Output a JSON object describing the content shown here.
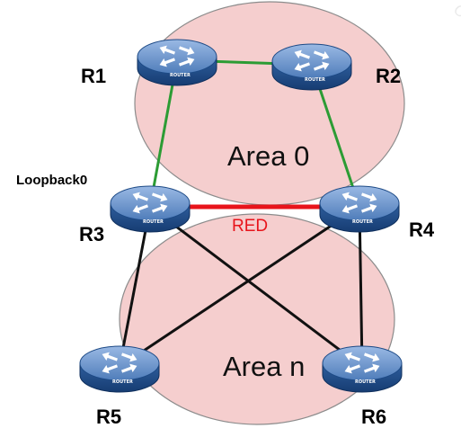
{
  "areas": {
    "area0": {
      "label": "Area 0"
    },
    "arean": {
      "label": "Area n"
    }
  },
  "routers": [
    {
      "id": "r1",
      "label": "R1",
      "caption": "ROUTER"
    },
    {
      "id": "r2",
      "label": "R2",
      "caption": "ROUTER"
    },
    {
      "id": "r3",
      "label": "R3",
      "caption": "ROUTER"
    },
    {
      "id": "r4",
      "label": "R4",
      "caption": "ROUTER"
    },
    {
      "id": "r5",
      "label": "R5",
      "caption": "ROUTER"
    },
    {
      "id": "r6",
      "label": "R6",
      "caption": "ROUTER"
    }
  ],
  "annotations": {
    "loopback": "Loopback0",
    "red_link": "RED"
  },
  "links": [
    {
      "from": "r1",
      "to": "r2",
      "type": "area0"
    },
    {
      "from": "r1",
      "to": "r3",
      "type": "area0"
    },
    {
      "from": "r2",
      "to": "r4",
      "type": "area0"
    },
    {
      "from": "r3",
      "to": "r4",
      "type": "red"
    },
    {
      "from": "r3",
      "to": "r5",
      "type": "arean"
    },
    {
      "from": "r3",
      "to": "r6",
      "type": "arean"
    },
    {
      "from": "r4",
      "to": "r5",
      "type": "arean"
    },
    {
      "from": "r4",
      "to": "r6",
      "type": "arean"
    }
  ],
  "colors": {
    "area_fill": "#f5cece",
    "area_stroke": "#8c8c8c",
    "area0_link": "#2c9c34",
    "red_link": "#e8141b",
    "arean_link": "#111111",
    "router_body": "#4f7dba",
    "router_side": "#1d4a86"
  },
  "watermark": "CE"
}
